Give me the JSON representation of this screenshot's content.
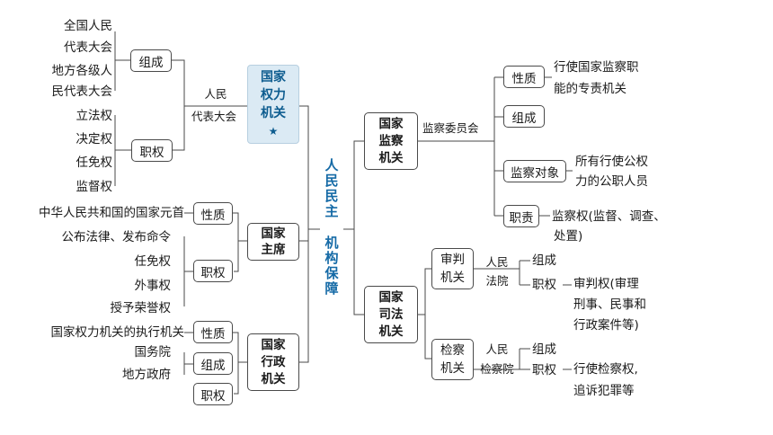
{
  "center": {
    "title_part1": [
      "人",
      "民",
      "民",
      "主"
    ],
    "title_part2": [
      "机",
      "构",
      "保",
      "障"
    ]
  },
  "left": {
    "npc": {
      "node": [
        "国家",
        "权力",
        "机关",
        "★"
      ],
      "connector": [
        "人民",
        "代表大会"
      ],
      "composition": {
        "label": "组成",
        "items": [
          "全国人民",
          "代表大会",
          "地方各级人",
          "民代表大会"
        ]
      },
      "powers": {
        "label": "职权",
        "items": [
          "立法权",
          "决定权",
          "任免权",
          "监督权"
        ]
      }
    },
    "president": {
      "node": [
        "国家",
        "主席"
      ],
      "nature": {
        "label": "性质",
        "value": "中华人民共和国的国家元首"
      },
      "powers": {
        "label": "职权",
        "items": [
          "公布法律、发布命令",
          "任免权",
          "外事权",
          "授予荣誉权"
        ]
      }
    },
    "executive": {
      "node": [
        "国家",
        "行政",
        "机关"
      ],
      "nature": {
        "label": "性质",
        "value": "国家权力机关的执行机关"
      },
      "composition": {
        "label": "组成",
        "items": [
          "国务院",
          "地方政府"
        ]
      },
      "powers": {
        "label": "职权"
      }
    }
  },
  "right": {
    "supervisory": {
      "node": [
        "国家",
        "监察",
        "机关"
      ],
      "connector": "监察委员会",
      "nature": {
        "label": "性质",
        "value": [
          "行使国家监察职",
          "能的专责机关"
        ]
      },
      "composition": {
        "label": "组成"
      },
      "targets": {
        "label": "监察对象",
        "value": [
          "所有行使公权",
          "力的公职人员"
        ]
      },
      "duties": {
        "label": "职责",
        "value": [
          "监察权(监督、调查、",
          "处置)"
        ]
      }
    },
    "judicial": {
      "node": [
        "国家",
        "司法",
        "机关"
      ],
      "court": {
        "node": [
          "审判",
          "机关"
        ],
        "connector": [
          "人民",
          "法院"
        ],
        "composition": "组成",
        "powers": "职权",
        "value": [
          "审判权(审理",
          "刑事、民事和",
          "行政案件等)"
        ]
      },
      "procuratorate": {
        "node": [
          "检察",
          "机关"
        ],
        "connector": [
          "人民",
          "检察院"
        ],
        "composition": "组成",
        "powers": "职权",
        "value": [
          "行使检察权,",
          "追诉犯罪等"
        ]
      }
    }
  }
}
